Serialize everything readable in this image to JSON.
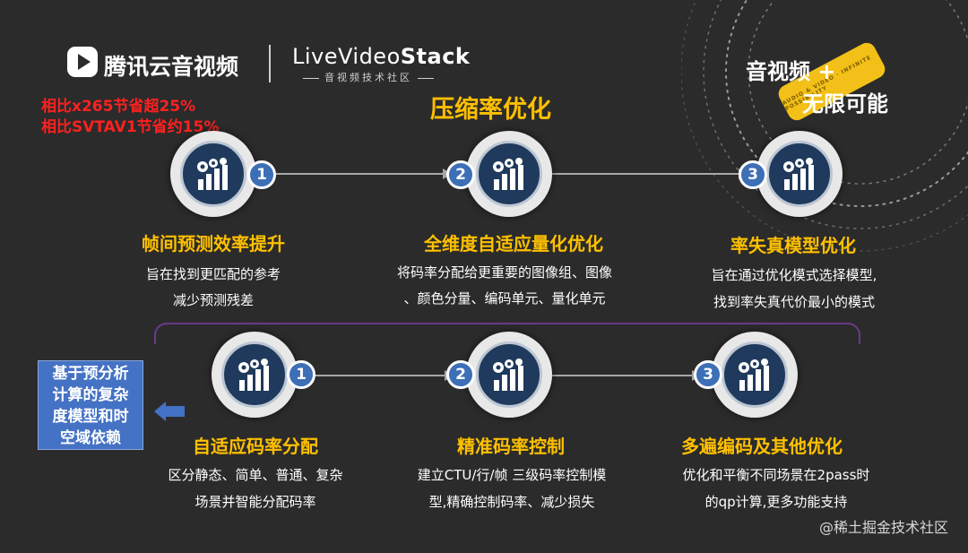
{
  "header": {
    "brand": "腾讯云音视频",
    "lvs_title_prefix": "LiveVideo",
    "lvs_title_bold": "Stack",
    "lvs_subtitle": "音视频技术社区"
  },
  "savings": [
    "相比x265节省超25%",
    "相比SVTAV1节省约15%"
  ],
  "top_title": "压缩率优化",
  "decoration": {
    "line1": "音视频 +",
    "line2": "无限可能",
    "band_text": "AUDIO & VIDEO · INFINITE POSSIBILITY"
  },
  "nodes": [
    {
      "num": "1",
      "title": "帧间预测效率提升",
      "desc": [
        "旨在找到更匹配的参考",
        "减少预测残差"
      ]
    },
    {
      "num": "2",
      "title": "全维度自适应量化优化",
      "desc": [
        "将码率分配给更重要的图像组、图像",
        "、颜色分量、编码单元、量化单元"
      ]
    },
    {
      "num": "3",
      "title": "率失真模型优化",
      "desc": [
        "旨在通过优化模式选择模型,",
        "找到率失真代价最小的模式"
      ]
    },
    {
      "num": "1",
      "title": "自适应码率分配",
      "desc": [
        "区分静态、简单、普通、复杂",
        "场景并智能分配码率"
      ]
    },
    {
      "num": "2",
      "title": "精准码率控制",
      "desc": [
        "建立CTU/行/帧 三级码率控制模",
        "型,精确控制码率、减少损失"
      ]
    },
    {
      "num": "3",
      "title": "多遍编码及其他优化",
      "desc": [
        "优化和平衡不同场景在2pass时",
        "的qp计算,更多功能支持"
      ]
    }
  ],
  "side_box": [
    "基于预分析",
    "计算的复杂",
    "度模型和时",
    "空域依赖"
  ],
  "watermark": "@稀土掘金技术社区",
  "colors": {
    "background": "#2b2b2b",
    "title_yellow": "#ffc000",
    "red": "#ff2020",
    "node_blue": "#1f3a5c",
    "badge_blue": "#3d6fb6",
    "box_blue": "#4472c4"
  }
}
